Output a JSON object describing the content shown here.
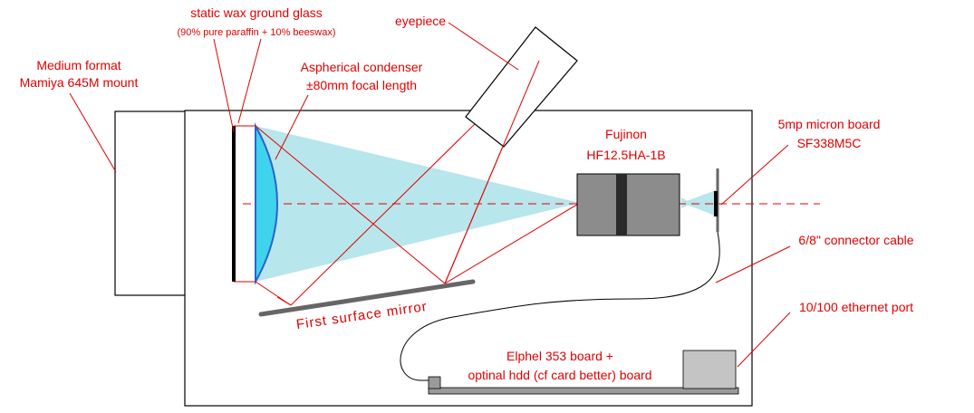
{
  "colors": {
    "label_red": "#e00000",
    "leader_red": "#e00000",
    "light_cone": "#b7e6ec",
    "condenser": "#3fd3ee",
    "lens_gray": "#8c8c8c",
    "lens_band": "#2a2a2a",
    "mirror_gray": "#666666",
    "board_gray": "#b3b3b3",
    "outline": "#000000"
  },
  "labels": {
    "ground_glass": "static wax ground glass",
    "ground_glass_note": "(90% pure paraffin + 10% beeswax)",
    "eyepiece": "eyepiece",
    "mount_line1": "Medium format",
    "mount_line2": "Mamiya 645M mount",
    "condenser_line1": "Aspherical condenser",
    "condenser_line2": "±80mm focal length",
    "lens_line1": "Fujinon",
    "lens_line2": "HF12.5HA-1B",
    "sensor_line1": "5mp micron board",
    "sensor_line2": "SF338M5C",
    "cable": "6/8\" connector cable",
    "ethernet": "10/100 ethernet port",
    "board_line1": "Elphel 353 board +",
    "board_line2": "optinal hdd (cf card better) board",
    "mirror": "First surface mirror"
  },
  "icons": {
    "ground_glass": "ground-glass-plate",
    "condenser": "plano-convex-lens",
    "eyepiece": "eyepiece-tube",
    "mirror": "flat-mirror",
    "lens": "c-mount-lens",
    "sensor": "sensor-board",
    "board": "circuit-board",
    "port": "ethernet-port"
  }
}
